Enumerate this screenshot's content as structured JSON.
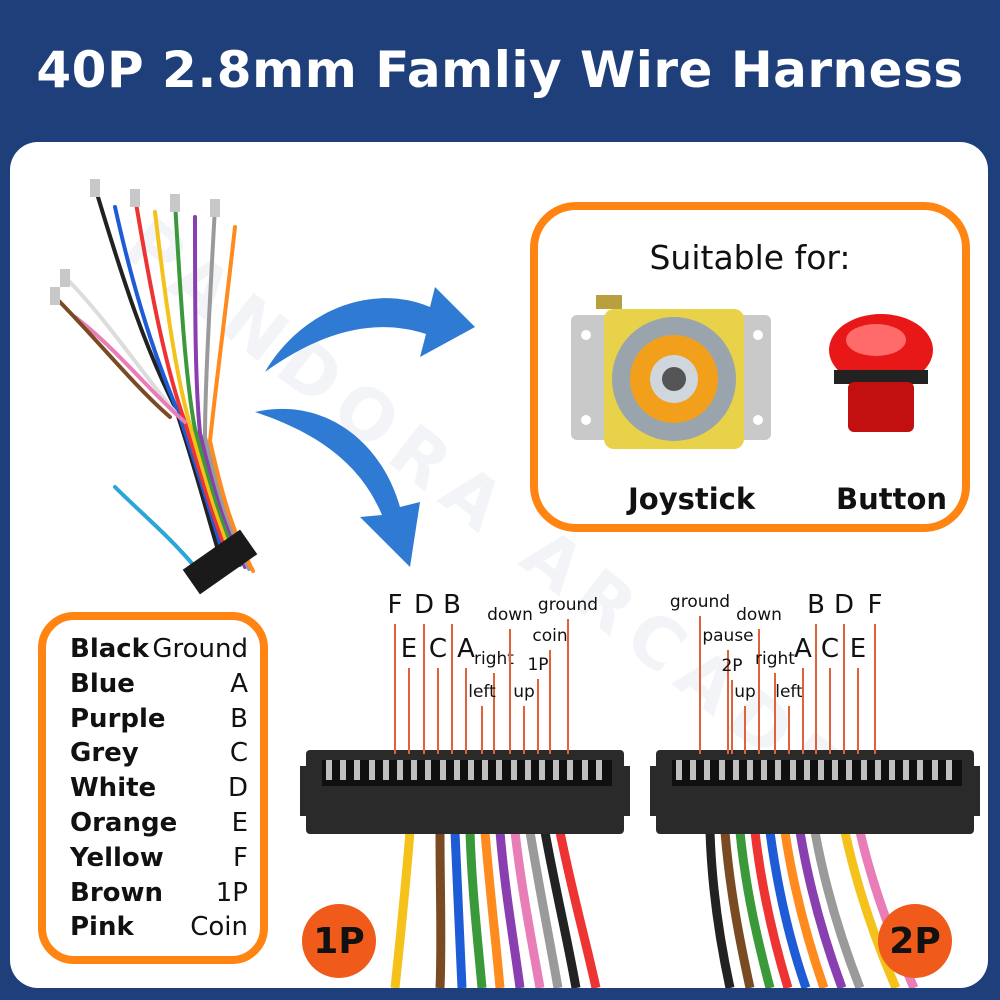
{
  "title": "40P 2.8mm Famliy Wire Harness",
  "suitable": {
    "heading": "Suitable for:",
    "items": [
      "Joystick",
      "Button"
    ]
  },
  "legend": [
    {
      "color": "Black",
      "function": "Ground"
    },
    {
      "color": "Blue",
      "function": "A"
    },
    {
      "color": "Purple",
      "function": "B"
    },
    {
      "color": "Grey",
      "function": "C"
    },
    {
      "color": "White",
      "function": "D"
    },
    {
      "color": "Orange",
      "function": "E"
    },
    {
      "color": "Yellow",
      "function": "F"
    },
    {
      "color": "Brown",
      "function": "1P"
    },
    {
      "color": "Pink",
      "function": "Coin"
    }
  ],
  "connector_1p": {
    "badge": "1P",
    "pins": [
      "F",
      "E",
      "D",
      "C",
      "B",
      "A",
      "right",
      "left",
      "down",
      "up",
      "1P",
      "coin",
      "ground"
    ]
  },
  "connector_2p": {
    "badge": "2P",
    "pins": [
      "ground",
      "pause",
      "2P",
      "up",
      "down",
      "right",
      "left",
      "A",
      "B",
      "C",
      "D",
      "E",
      "F"
    ]
  },
  "colors": {
    "accent": "#ff8412",
    "background": "#1f3f7a",
    "badge": "#f05a1a"
  }
}
